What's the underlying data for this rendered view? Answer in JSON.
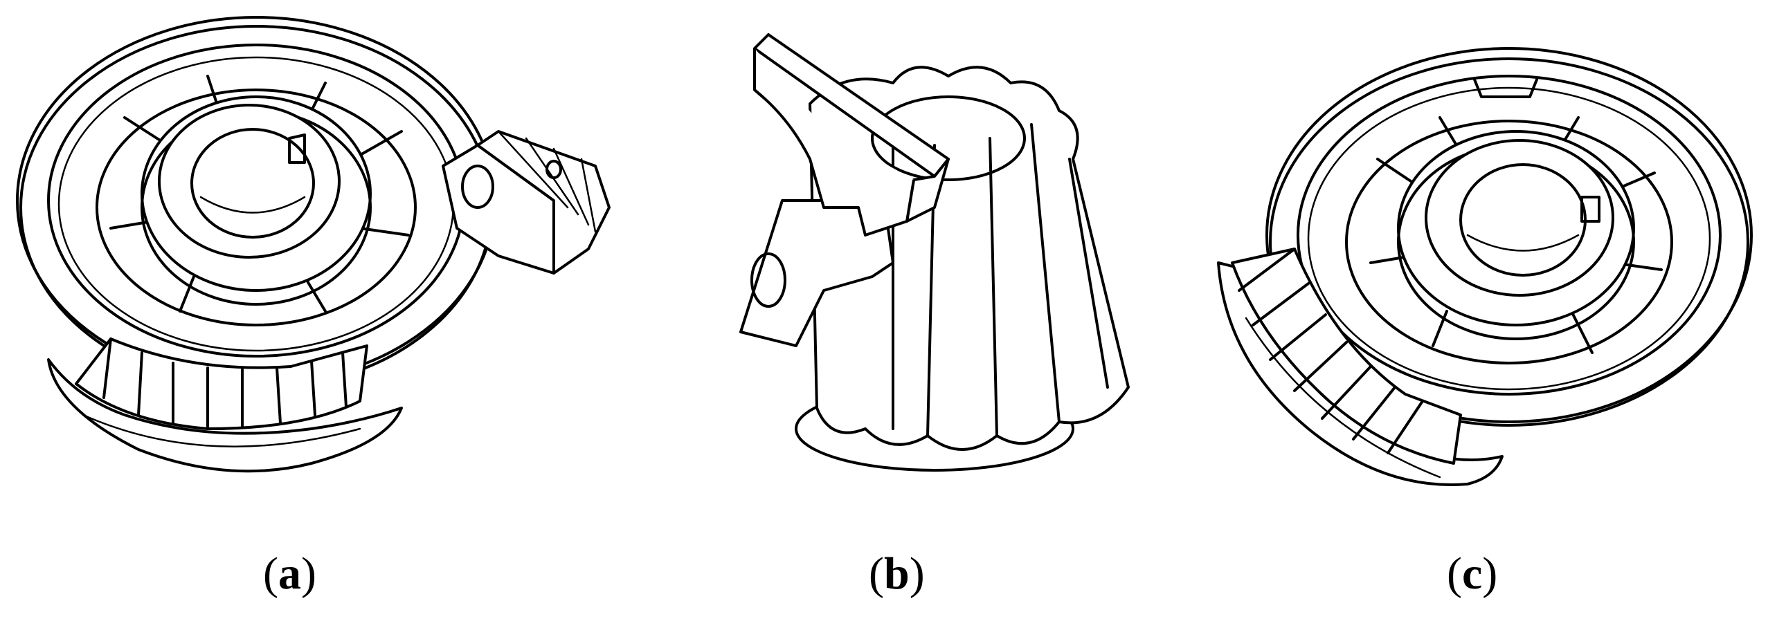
{
  "figure": {
    "panels": [
      {
        "id": "a",
        "open": "(",
        "letter": "a",
        "close": ")"
      },
      {
        "id": "b",
        "open": "(",
        "letter": "b",
        "close": ")"
      },
      {
        "id": "c",
        "open": "(",
        "letter": "c",
        "close": ")"
      }
    ]
  }
}
